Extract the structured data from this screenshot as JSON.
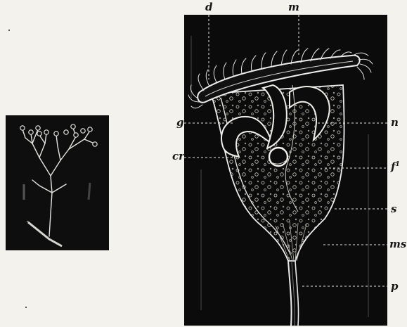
{
  "labels": {
    "d": "d",
    "m": "m",
    "g": "g",
    "n": "n",
    "cr": "cr",
    "f1_base": "f",
    "f1_sup": "1",
    "s": "s",
    "ms": "ms",
    "p": "p"
  },
  "colors": {
    "paper": "#f4f2ed",
    "plate": "#0b0b0b",
    "line": "#e8e6e0"
  }
}
